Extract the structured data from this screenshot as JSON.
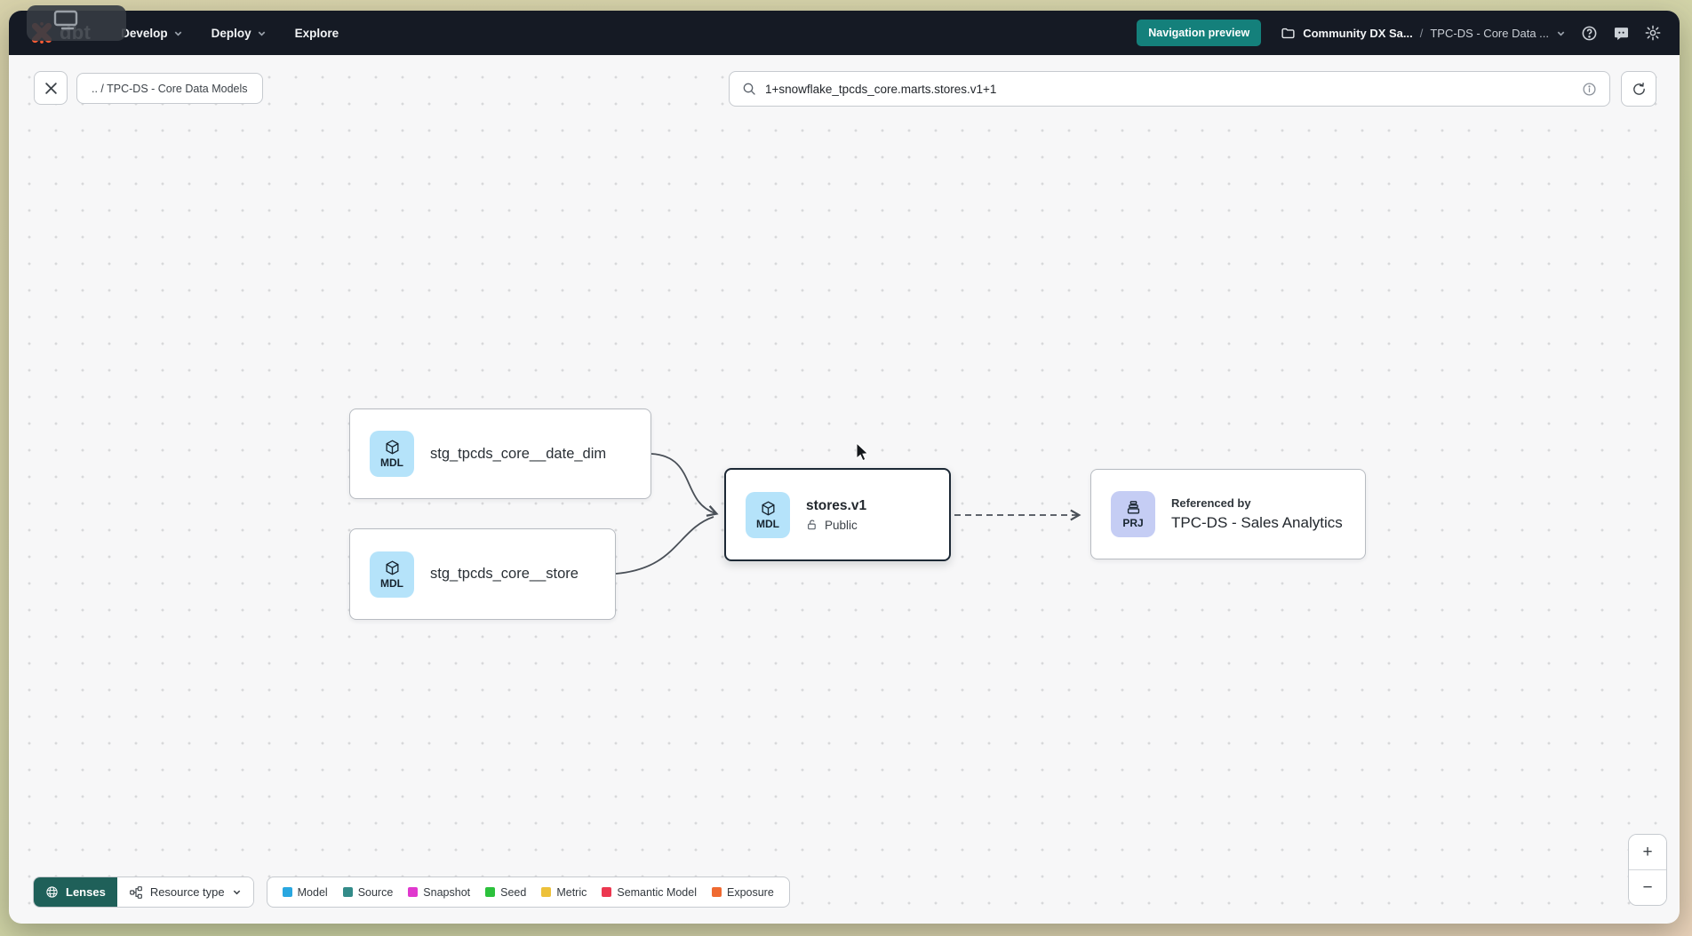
{
  "navbar": {
    "logo_text": "dbt",
    "menus": [
      {
        "label": "Develop"
      },
      {
        "label": "Deploy"
      },
      {
        "label": "Explore"
      }
    ],
    "preview_badge": "Navigation preview",
    "breadcrumb": {
      "account": "Community DX Sa...",
      "separator": "/",
      "project": "TPC-DS - Core Data ..."
    }
  },
  "toolbar": {
    "context_chip": ".. / TPC-DS - Core Data Models",
    "search_value": "1+snowflake_tpcds_core.marts.stores.v1+1"
  },
  "graph": {
    "nodes": [
      {
        "badge": "MDL",
        "label": "stg_tpcds_core__date_dim"
      },
      {
        "badge": "MDL",
        "label": "stg_tpcds_core__store"
      },
      {
        "badge": "MDL",
        "label": "stores.v1",
        "access": "Public"
      },
      {
        "badge": "PRJ",
        "kicker": "Referenced by",
        "label": "TPC-DS - Sales Analytics"
      }
    ]
  },
  "footer": {
    "lenses_label": "Lenses",
    "resource_type_label": "Resource type",
    "legend": [
      {
        "label": "Model",
        "color": "#29a7e0"
      },
      {
        "label": "Source",
        "color": "#338b89"
      },
      {
        "label": "Snapshot",
        "color": "#e038ce"
      },
      {
        "label": "Seed",
        "color": "#2cc13c"
      },
      {
        "label": "Metric",
        "color": "#edc13a"
      },
      {
        "label": "Semantic Model",
        "color": "#ec3850"
      },
      {
        "label": "Exposure",
        "color": "#ef6a31"
      }
    ]
  },
  "zoom_controls": {
    "zoom_in": "+",
    "zoom_out": "−"
  },
  "colors": {
    "brand_orange": "#ff5c35",
    "accent_teal": "#14807b",
    "model_badge_bg": "#b5e3fa",
    "project_badge_bg": "#c5cdf4",
    "edge": "#4a5058"
  }
}
